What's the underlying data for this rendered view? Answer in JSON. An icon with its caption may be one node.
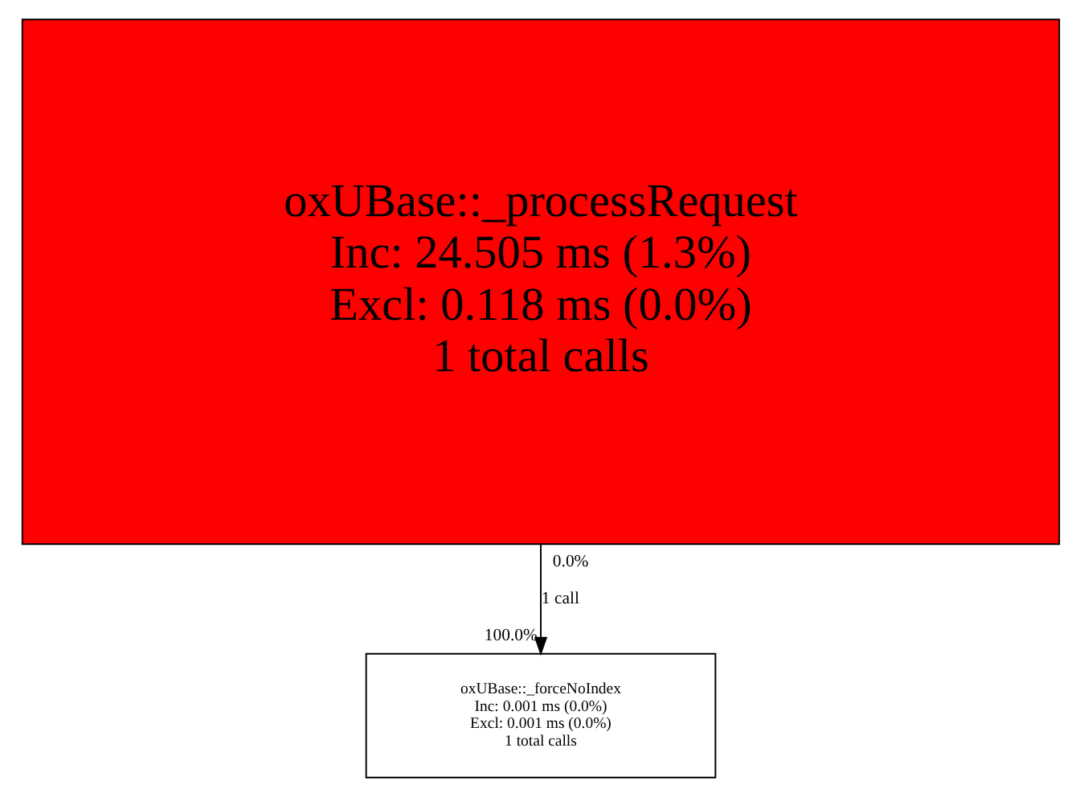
{
  "diagram": {
    "nodes": [
      {
        "text": [
          "oxUBase::_processRequest Inc: 24.505 ms (1.3%) Excl: 0.118 ms (0.0%) 1 total calls"
        ]
      },
      {
        "text": [
          "oxUBase::_forceNoIndex Inc: 0.001 ms (0.0%) Excl: 0.001 ms (0.0%) 1 total calls"
        ]
      }
    ],
    "edges": [
      {
        "from": 0,
        "to": 1,
        "arrow": "to",
        "label": "1 call"
      }
    ],
    "labels": [
      "0.0%",
      "100.0%"
    ]
  }
}
